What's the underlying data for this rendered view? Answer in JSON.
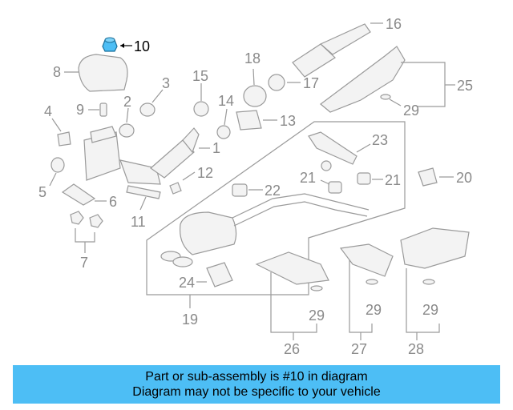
{
  "diagram": {
    "highlight_color": "#4dbef5",
    "callouts": {
      "c1": "1",
      "c2": "2",
      "c3": "3",
      "c4": "4",
      "c5": "5",
      "c6": "6",
      "c7": "7",
      "c8": "8",
      "c9": "9",
      "c10": "10",
      "c11": "11",
      "c12": "12",
      "c13": "13",
      "c14": "14",
      "c15": "15",
      "c16": "16",
      "c17": "17",
      "c18": "18",
      "c19": "19",
      "c20": "20",
      "c21a": "21",
      "c21b": "21",
      "c22": "22",
      "c23": "23",
      "c24": "24",
      "c25": "25",
      "c26": "26",
      "c27": "27",
      "c28": "28",
      "c29a": "29",
      "c29b": "29",
      "c29c": "29",
      "c29d": "29"
    }
  },
  "banner": {
    "line1": "Part or sub-assembly is #10 in diagram",
    "line2": "Diagram may not be specific to your vehicle",
    "background": "#4dbef5"
  }
}
